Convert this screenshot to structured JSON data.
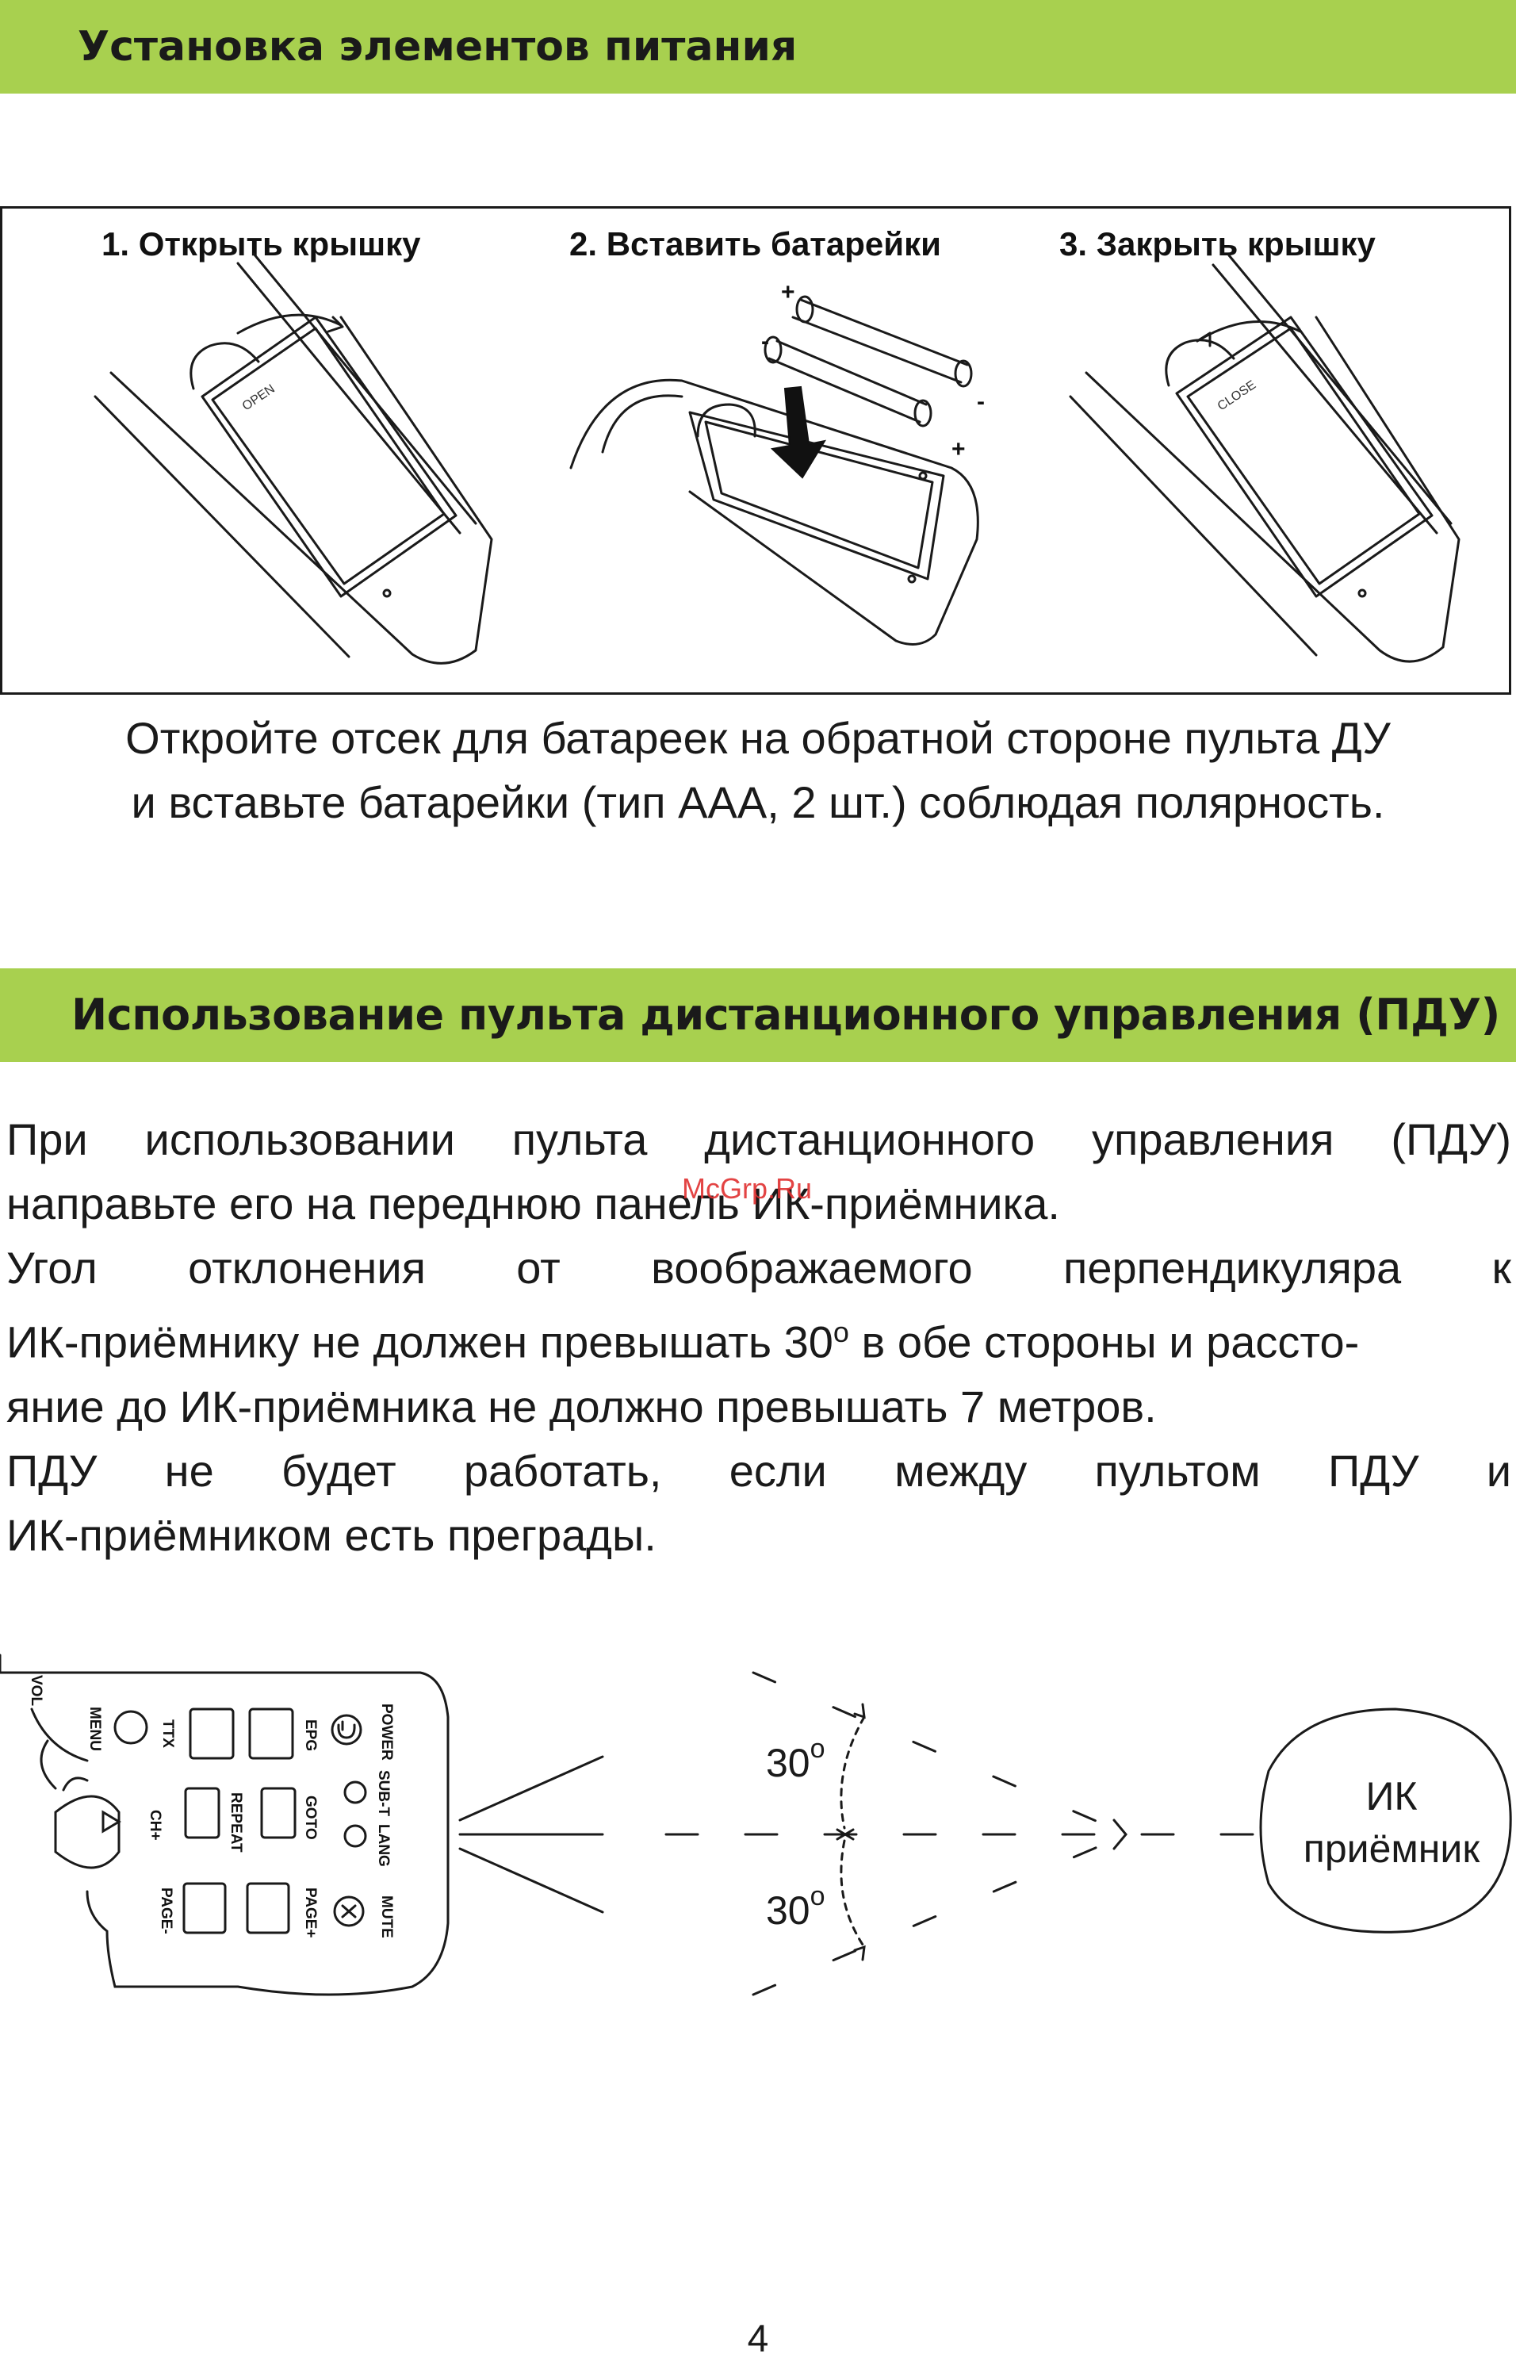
{
  "section1": {
    "title": "Установка элементов питания"
  },
  "steps": [
    {
      "label": "1. Открыть крышку",
      "cover_text": "OPEN"
    },
    {
      "label": "2. Вставить батарейки"
    },
    {
      "label": "3. Закрыть крышку",
      "cover_text": "CLOSE"
    }
  ],
  "caption": {
    "line1": "Откройте отсек для батареек на обратной стороне пульта ДУ",
    "line2": "и вставьте батарейки (тип ААА, 2 шт.) соблюдая полярность."
  },
  "section2": {
    "title": "Использование пульта дистанционного управления (ПДУ)"
  },
  "body": {
    "l1": "При использовании пульта дистанционного управления (ПДУ)",
    "l2": "направьте его на переднюю панель ИК-приёмника.",
    "l3": "Угол отклонения от воображаемого перпендикуляра к",
    "l4_pre": "ИК-приёмнику не должен превышать 30",
    "l4_sup": "о",
    "l4_post": " в обе стороны и рассто-",
    "l5": "яние до ИК-приёмника не должно превышать 7 метров.",
    "l6": "ПДУ не будет работать, если между пультом ПДУ и",
    "l7": "ИК-приёмником есть преграды."
  },
  "watermark": "McGrp.Ru",
  "diagram": {
    "angle_top": "30",
    "angle_bottom": "30",
    "angle_sup": "o",
    "receiver_line1": "ИК",
    "receiver_line2": "приёмник",
    "remote_labels": {
      "vol": "VOL",
      "menu": "MENU",
      "ttx": "TTX",
      "epg": "EPG",
      "power": "POWER",
      "subt": "SUB-T",
      "lang": "LANG",
      "ch": "CH+",
      "repeat": "REPEAT",
      "goto": "GOTO",
      "page_minus": "PAGE-",
      "page_plus": "PAGE+",
      "mute": "MUTE"
    }
  },
  "page_number": "4",
  "colors": {
    "band": "#a8d04f",
    "text": "#1a1a1a",
    "watermark": "#e03030"
  }
}
